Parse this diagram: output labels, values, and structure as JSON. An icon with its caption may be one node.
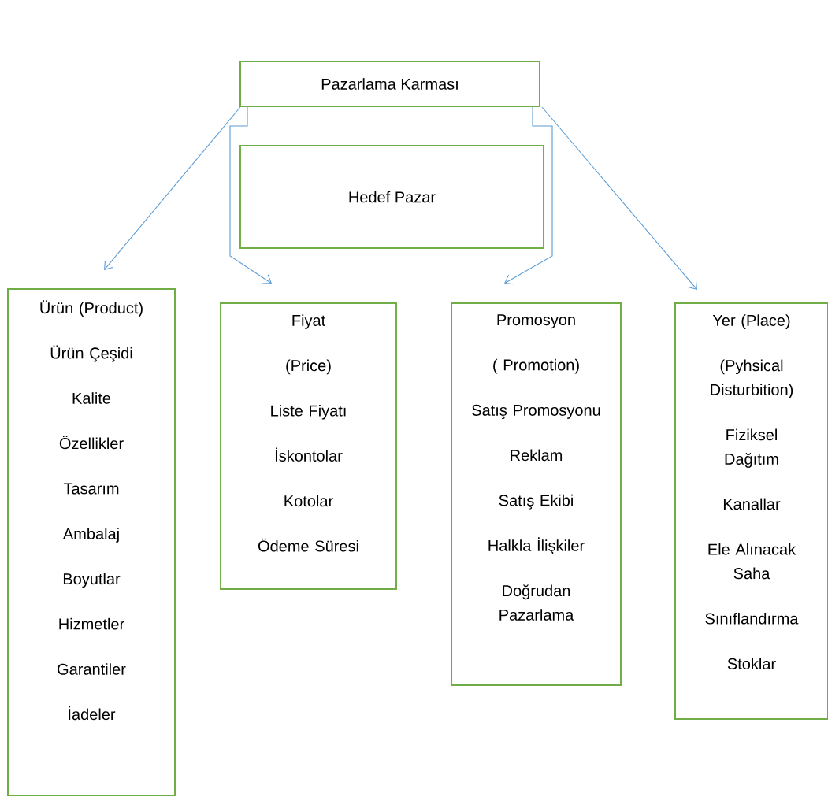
{
  "diagram": {
    "nodes": [
      {
        "text": [
          "Pazarlama Karması"
        ]
      },
      {
        "text": [
          "Hedef Pazar"
        ]
      },
      {
        "text": [
          "Ürün (Product)",
          "Ürün Çeşidi",
          "Kalite",
          "Özellikler",
          "Tasarım",
          "Ambalaj",
          "Boyutlar",
          "Hizmetler",
          "Garantiler",
          "İadeler"
        ]
      },
      {
        "text": [
          "Fiyat",
          "(Price)",
          "Liste Fiyatı",
          "İskontolar",
          "Kotolar",
          "Ödeme Süresi"
        ]
      },
      {
        "text": [
          "Promosyon",
          "( Promotion)",
          "Satış Promosyonu",
          "Reklam",
          "Satış Ekibi",
          "Halkla İlişkiler",
          "Doğrudan Pazarlama"
        ]
      },
      {
        "text": [
          "Yer (Place)",
          "(Pyhsical Disturbition)",
          "Fiziksel Dağıtım",
          "Kanallar",
          "Ele Alınacak Saha",
          "Sınıflandırma",
          "Stoklar"
        ]
      }
    ],
    "edges": [
      {
        "from": 0,
        "to": 2,
        "arrow": "to"
      },
      {
        "from": 0,
        "to": 3,
        "arrow": "to"
      },
      {
        "from": 0,
        "to": 4,
        "arrow": "to"
      },
      {
        "from": 0,
        "to": 5,
        "arrow": "to"
      }
    ]
  }
}
